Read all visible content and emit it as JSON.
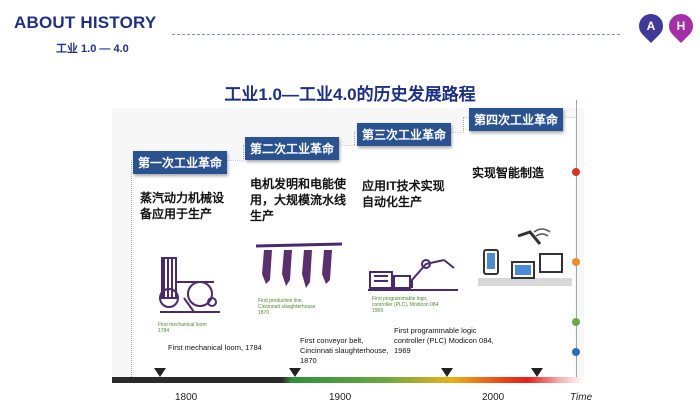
{
  "header": {
    "title": "ABOUT HISTORY",
    "subtitle": "工业 1.0 — 4.0",
    "badge_a": "A",
    "badge_h": "H"
  },
  "diagram": {
    "title": "工业1.0—工业4.0的历史发展路程",
    "stages": [
      {
        "label": "第一次工业革命",
        "description": "蒸汽动力机械设备应用于生产",
        "photo_caption": "First mechanical loom 1784",
        "caption": "First mechanical loom, 1784"
      },
      {
        "label": "第二次工业革命",
        "description": "电机发明和电能使用，大规模流水线生产",
        "photo_caption": "First production line, Cincinnati slaughterhouse 1870",
        "caption": "First conveyor belt, Cincinnati slaughterhouse, 1870"
      },
      {
        "label": "第三次工业革命",
        "description": "应用IT技术实现自动化生产",
        "photo_caption": "First programmable logic controller (PLC), Modicon 084 1969",
        "caption": "First programmable logic controller (PLC) Modicon 084, 1969"
      },
      {
        "label": "第四次工业革命",
        "description": "实现智能制造"
      }
    ],
    "timeline": {
      "ticks": [
        "1800",
        "1900",
        "2000"
      ],
      "end_label": "Time"
    }
  },
  "colors": {
    "brand": "#1e2f8c",
    "stage_label": "#2a5291"
  }
}
